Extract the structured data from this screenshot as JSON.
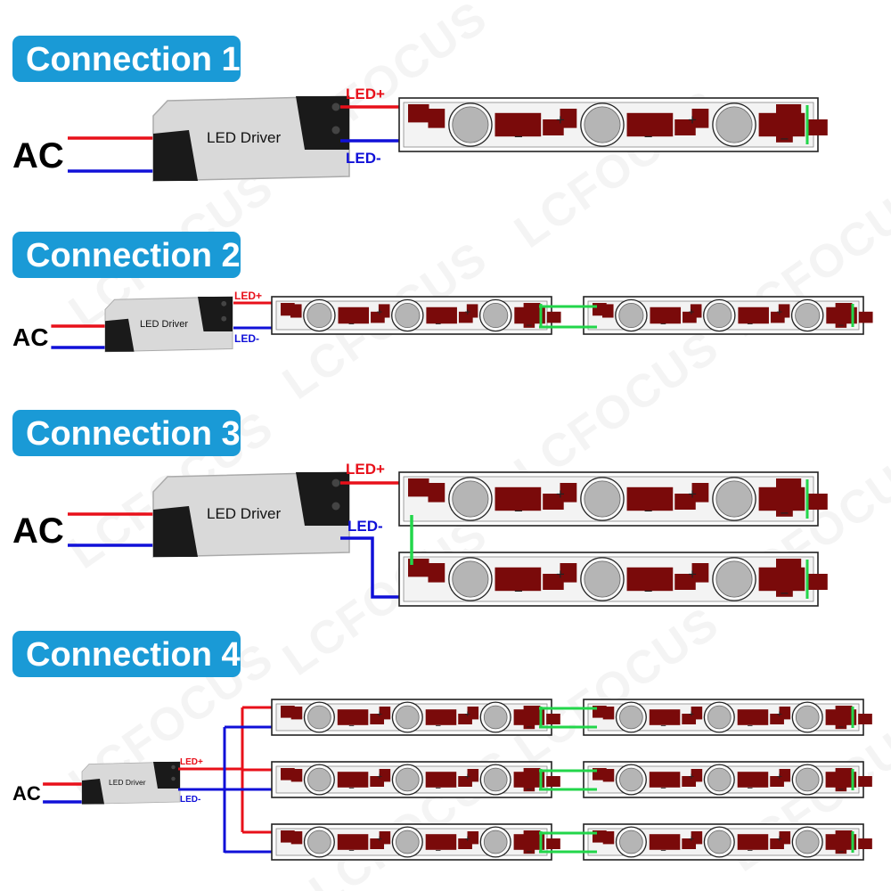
{
  "watermark": "LCFOCUS",
  "colors": {
    "banner": "#1a9ad6",
    "positive_wire": "#e8101a",
    "negative_wire": "#1010d8",
    "link_wire": "#22d64a",
    "pcb": "#7a0a0a",
    "driver_body": "#d9d9d9",
    "driver_cap": "#1a1a1a"
  },
  "labels": {
    "ac": "AC",
    "driver": "LED Driver",
    "led_plus": "LED+",
    "led_minus": "LED-",
    "pad_plus": "+",
    "pad_minus": "−"
  },
  "connections": [
    {
      "title": "Connection 1",
      "layout": "single"
    },
    {
      "title": "Connection 2",
      "layout": "series-2"
    },
    {
      "title": "Connection 3",
      "layout": "parallel-stacked-2"
    },
    {
      "title": "Connection 4",
      "layout": "grid-3x2"
    }
  ]
}
